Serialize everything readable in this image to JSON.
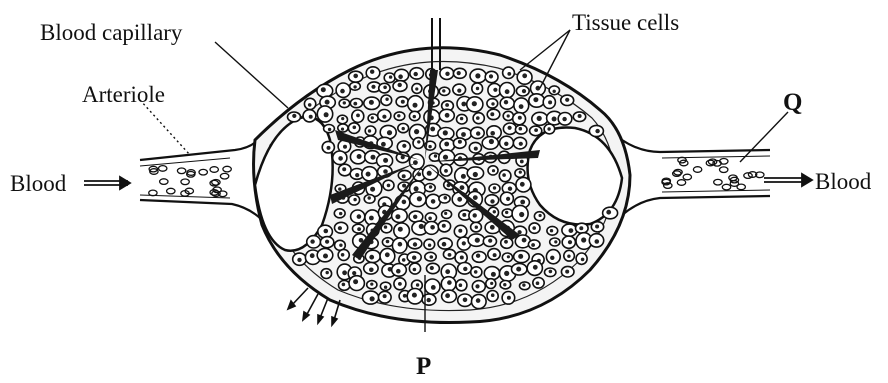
{
  "labels": {
    "blood_capillary": "Blood capillary",
    "tissue_cells": "Tissue cells",
    "arteriole": "Arteriole",
    "blood_in": "Blood",
    "blood_out": "Blood",
    "q": "Q",
    "p": "P"
  }
}
